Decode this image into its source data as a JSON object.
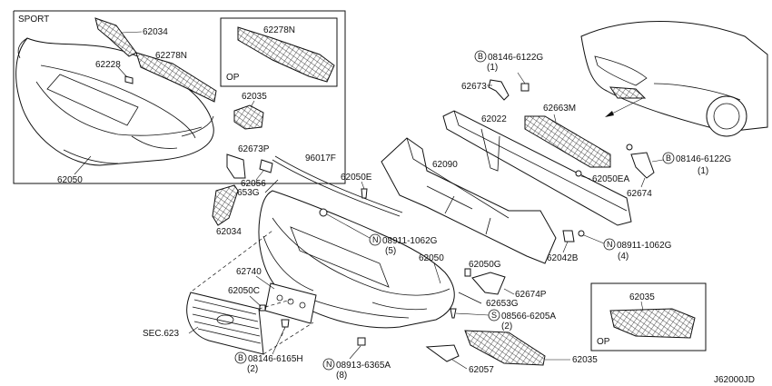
{
  "diagram": {
    "sport_box_title": "SPORT",
    "op_label_top": "OP",
    "op_label_bottom": "OP",
    "footer_code": "J62000JD",
    "labels": {
      "p62034_top": "62034",
      "p62228": "62228",
      "p62278N_sport": "62278N",
      "p62050_sport": "62050",
      "p62278N_op": "62278N",
      "p62035_mid": "62035",
      "p62673": "62673",
      "bolt_top_code": "08146-6122G",
      "bolt_top_qty": "(1)",
      "p62022": "62022",
      "p62663M": "62663M",
      "p62090": "62090",
      "p62050EA": "62050EA",
      "bolt_right_code": "08146-6122G",
      "bolt_right_qty": "(1)",
      "p62674": "62674",
      "p62673P": "62673P",
      "p96017F": "96017F",
      "p62050E": "62050E",
      "p62056": "62056",
      "p62653G_left": "62653G",
      "p62034_left": "62034",
      "nut_mid_code": "08911-1062G",
      "nut_mid_qty": "(5)",
      "p62042B": "62042B",
      "nut_right_code": "08911-1062G",
      "nut_right_qty": "(4)",
      "p62740": "62740",
      "p62050": "62050",
      "p62050G": "62050G",
      "p62050C": "62050C",
      "p62674P": "62674P",
      "p62653G_right": "62653G",
      "screw_code": "08566-6205A",
      "screw_qty": "(2)",
      "p62035_op": "62035",
      "sec623": "SEC.623",
      "bolt_bottom_code": "08146-6165H",
      "bolt_bottom_qty": "(2)",
      "nut_bottom_code": "08913-6365A",
      "nut_bottom_qty": "(8)",
      "p62057": "62057",
      "p62035_bottom": "62035"
    },
    "prefix_symbols": {
      "bolt": "B",
      "nut": "N",
      "screw": "S"
    }
  }
}
